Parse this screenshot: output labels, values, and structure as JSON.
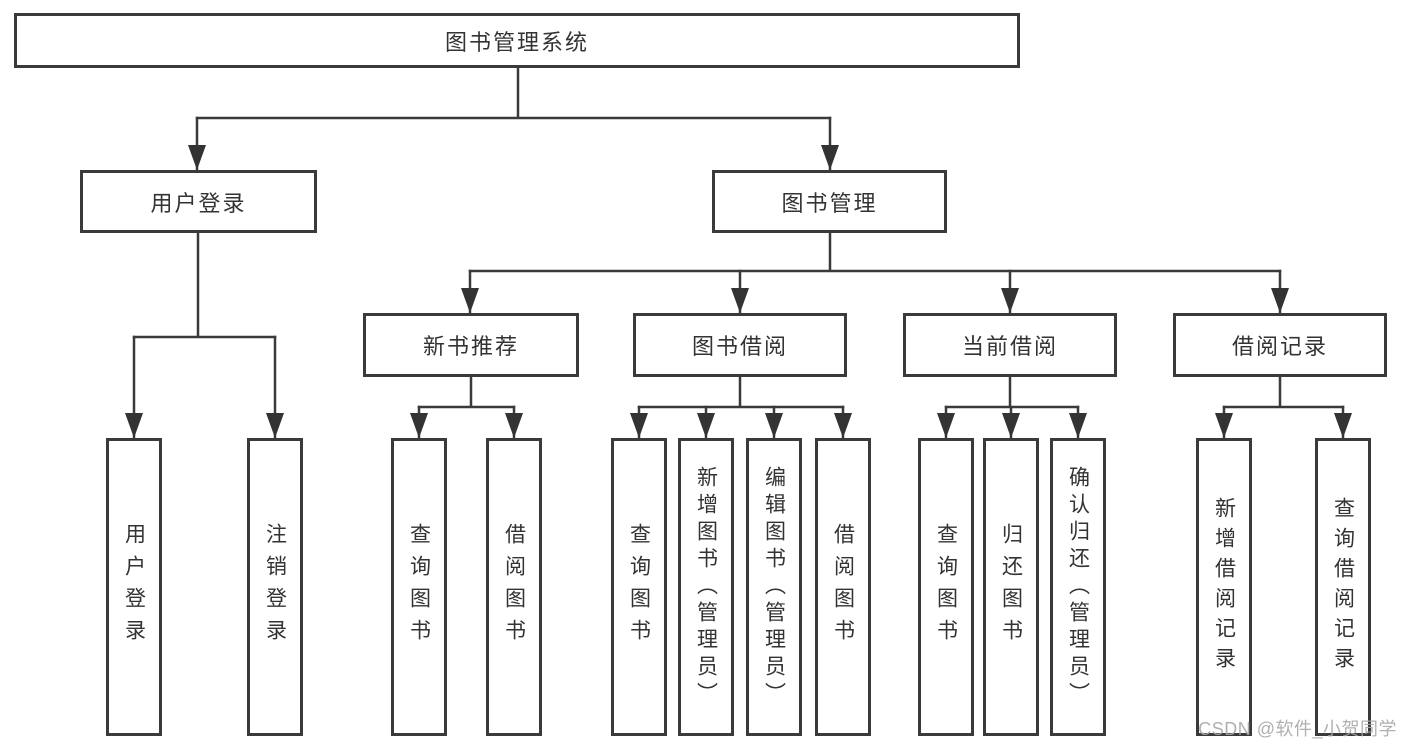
{
  "diagram": {
    "type": "tree",
    "root": {
      "label": "图书管理系统",
      "children": [
        {
          "label": "用户登录",
          "children": [
            {
              "label": "用户登录"
            },
            {
              "label": "注销登录"
            }
          ]
        },
        {
          "label": "图书管理",
          "children": [
            {
              "label": "新书推荐",
              "children": [
                {
                  "label": "查询图书"
                },
                {
                  "label": "借阅图书"
                }
              ]
            },
            {
              "label": "图书借阅",
              "children": [
                {
                  "label": "查询图书"
                },
                {
                  "label": "新增图书（管理员）"
                },
                {
                  "label": "编辑图书（管理员）"
                },
                {
                  "label": "借阅图书"
                }
              ]
            },
            {
              "label": "当前借阅",
              "children": [
                {
                  "label": "查询图书"
                },
                {
                  "label": "归还图书"
                },
                {
                  "label": "确认归还（管理员）"
                }
              ]
            },
            {
              "label": "借阅记录",
              "children": [
                {
                  "label": "新增借阅记录"
                },
                {
                  "label": "查询借阅记录"
                }
              ]
            }
          ]
        }
      ]
    }
  },
  "watermark": {
    "text": "CSDN @软件_小贺同学"
  },
  "colors": {
    "line": "#3a3a3a",
    "border": "#3a3a3a",
    "text": "#333333",
    "arrow": "#333333",
    "watermark": "#a8a8a8",
    "background": "#ffffff"
  }
}
